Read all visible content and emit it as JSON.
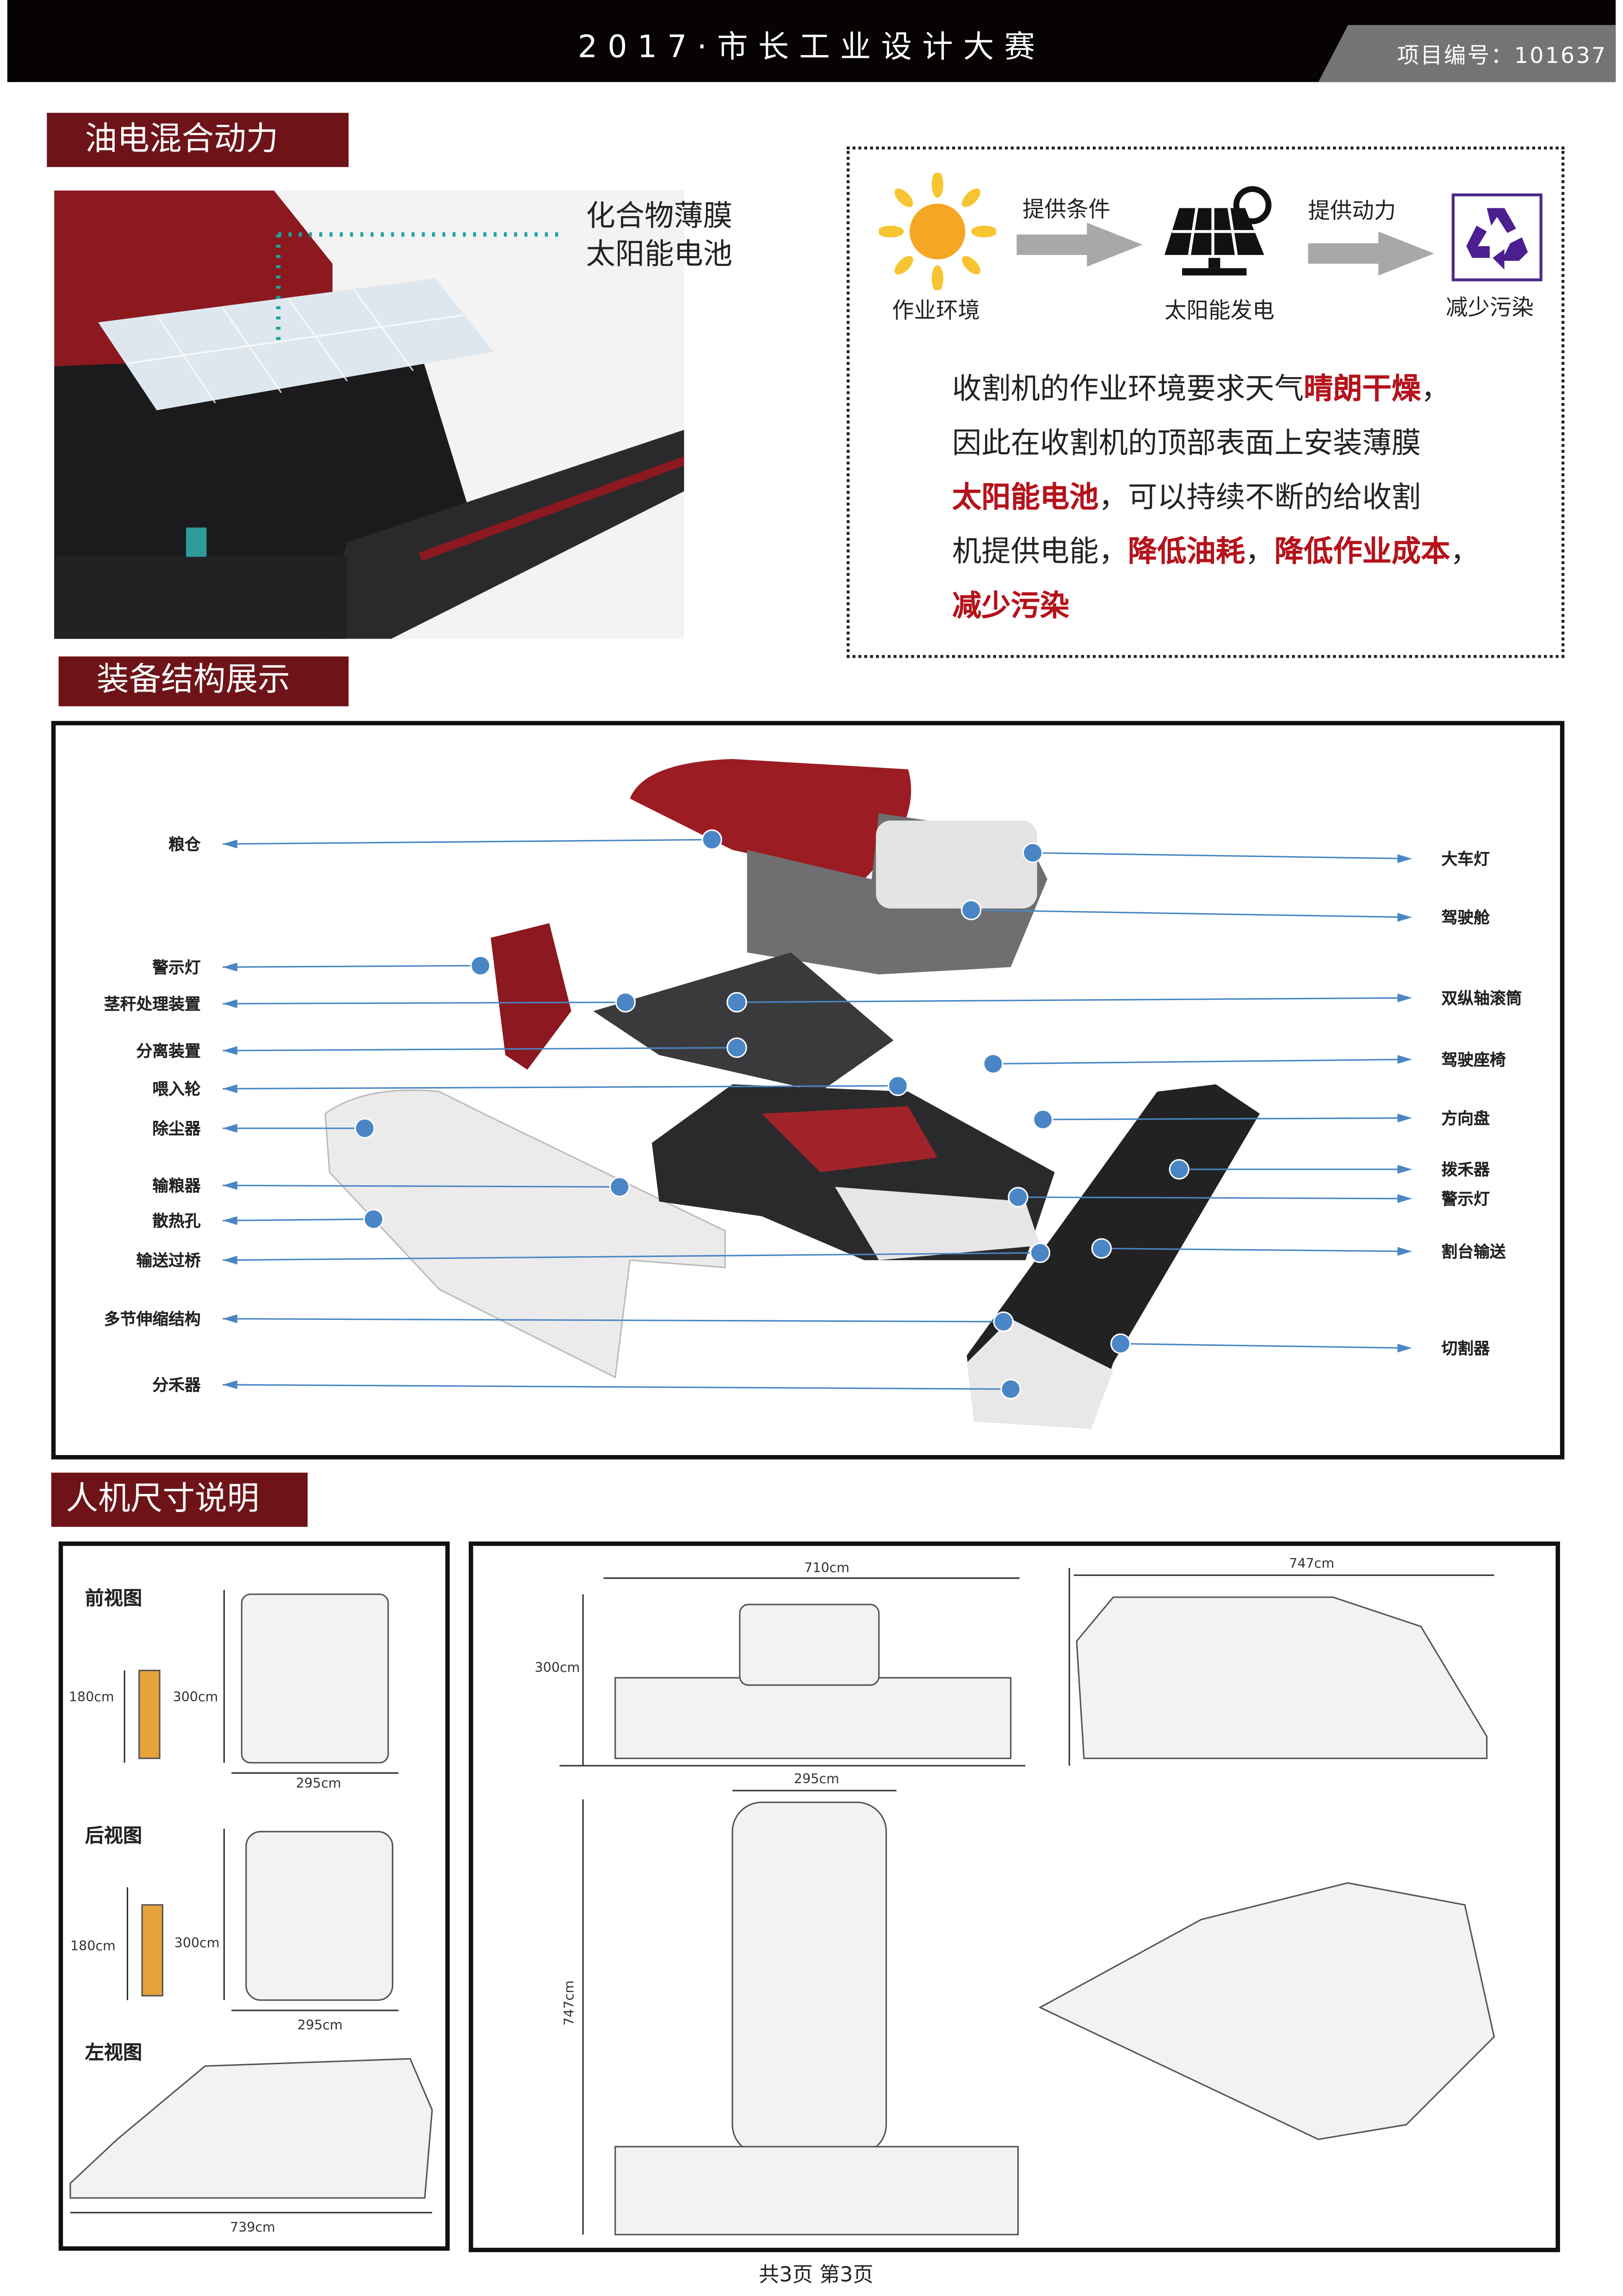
{
  "header": {
    "title": "2017·市长工业设计大赛",
    "project_no": "项目编号：101637"
  },
  "section1": {
    "title": "油电混合动力",
    "callout": [
      "化合物薄膜",
      "太阳能电池"
    ]
  },
  "flow": {
    "steps": [
      {
        "label": "作业环境",
        "icon": "sun-icon"
      },
      {
        "label": "太阳能发电",
        "icon": "solar-panel-icon"
      },
      {
        "label": "减少污染",
        "icon": "recycle-icon"
      }
    ],
    "arrows": [
      "提供条件",
      "提供动力"
    ],
    "description": [
      [
        {
          "t": "收割机的作业环境要求天气",
          "hl": false
        },
        {
          "t": "晴朗干燥",
          "hl": true
        },
        {
          "t": "，",
          "hl": false
        }
      ],
      [
        {
          "t": "因此在收割机的顶部表面上安装薄膜",
          "hl": false
        }
      ],
      [
        {
          "t": "太阳能电池",
          "hl": true
        },
        {
          "t": "，可以持续不断的给收割",
          "hl": false
        }
      ],
      [
        {
          "t": "机提供电能，",
          "hl": false
        },
        {
          "t": "降低油耗",
          "hl": true
        },
        {
          "t": "，",
          "hl": false
        },
        {
          "t": "降低作业成本",
          "hl": true
        },
        {
          "t": "，",
          "hl": false
        }
      ],
      [
        {
          "t": "减少污染",
          "hl": true
        }
      ]
    ],
    "highlight_color": "#b5121b"
  },
  "section2": {
    "title": "装备结构展示",
    "left_labels": [
      "粮仓",
      "警示灯",
      "茎秆处理装置",
      "分离装置",
      "喂入轮",
      "除尘器",
      "输粮器",
      "散热孔",
      "输送过桥",
      "多节伸缩结构",
      "分禾器"
    ],
    "right_labels": [
      "大车灯",
      "驾驶舱",
      "双纵轴滚筒",
      "驾驶座椅",
      "方向盘",
      "拨禾器",
      "警示灯",
      "割台输送",
      "切割器"
    ],
    "leader_color": "#4a86c5"
  },
  "section3": {
    "title": "人机尺寸说明",
    "front": {
      "title": "前视图",
      "human": "180cm",
      "height": "300cm",
      "width": "295cm"
    },
    "rear": {
      "title": "后视图",
      "human": "180cm",
      "height": "300cm",
      "width": "295cm"
    },
    "left": {
      "title": "左视图",
      "length": "739cm"
    },
    "views": {
      "front_width": "710cm",
      "side_length": "747cm",
      "height": "300cm",
      "top_width": "295cm",
      "top_length": "747cm"
    }
  },
  "footer": "共3页  第3页"
}
